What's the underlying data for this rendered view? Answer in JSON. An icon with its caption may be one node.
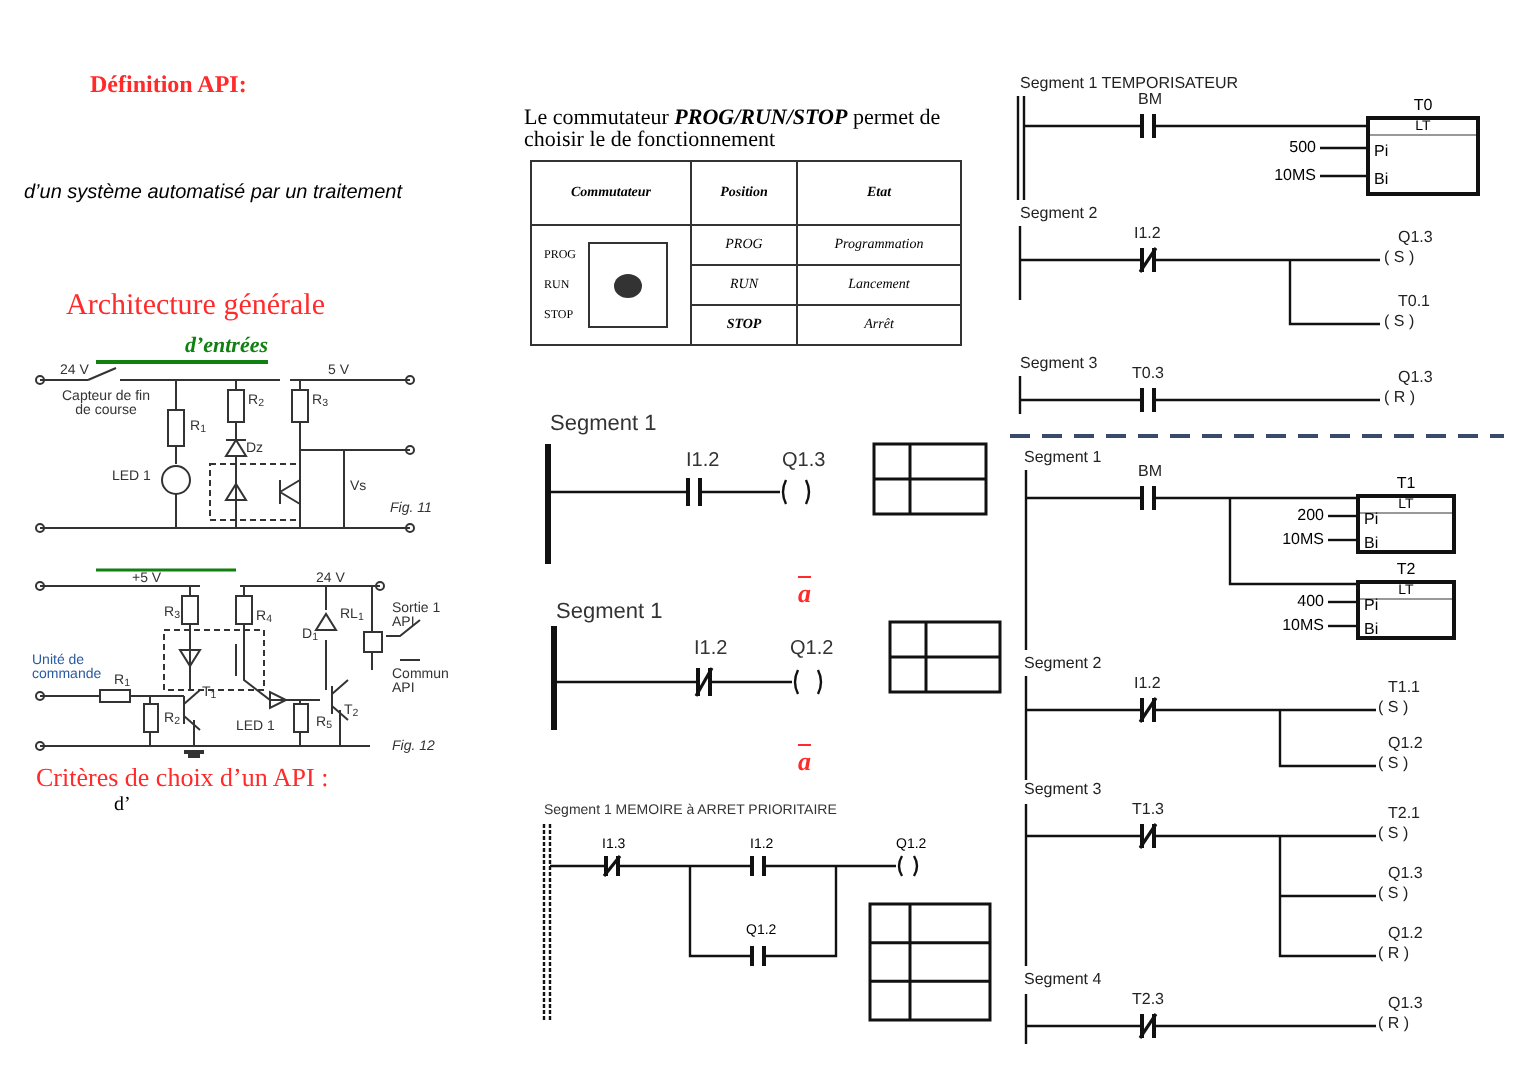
{
  "diagram": {
    "nodes": [
      {
        "text": [
          "T0",
          "LT",
          "Pi",
          "Bi"
        ]
      },
      {
        "text": [
          "500"
        ]
      },
      {
        "text": [
          "10MS"
        ]
      },
      {
        "text": [
          "T1",
          "LT",
          "Pi",
          "Bi"
        ]
      },
      {
        "text": [
          "200"
        ]
      },
      {
        "text": [
          "10MS"
        ]
      },
      {
        "text": [
          "T2",
          "LT",
          "Pi",
          "Bi"
        ]
      },
      {
        "text": [
          "400"
        ]
      },
      {
        "text": [
          "10MS"
        ]
      }
    ],
    "edges": [
      {
        "from": 1,
        "to": 0,
        "arrow": "none"
      },
      {
        "from": 2,
        "to": 0,
        "arrow": "none"
      },
      {
        "from": 4,
        "to": 3,
        "arrow": "none"
      },
      {
        "from": 5,
        "to": 3,
        "arrow": "none"
      },
      {
        "from": 7,
        "to": 6,
        "arrow": "none"
      },
      {
        "from": 8,
        "to": 6,
        "arrow": "none"
      },
      {
        "from": null,
        "to": 3,
        "arrow": "none"
      },
      {
        "from": null,
        "to": 6,
        "arrow": "none"
      }
    ],
    "labels": [
      "Définition API:",
      "d’un système automatisé par un traitement",
      "Architecture générale",
      "d’entrées",
      "24 V",
      "Capteur de fin de course",
      "R$_{1}$",
      "R$_{2}$",
      "R$_{3}$",
      "Dz",
      "LED 1",
      "5 V",
      "Vs",
      "Fig. 11",
      "+5 V",
      "24 V",
      "R$_{3}$",
      "R$_{4}$",
      "D$_{1}$",
      "RL$_{1}$",
      "Sortie 1 API",
      "Unité de commande",
      "R$_{1}$",
      "R$_{2}$",
      "T$_{1}$",
      "LED 1",
      "R$_{5}$",
      "T$_{2}$",
      "Commun API",
      "Fig. 12",
      "Critères de choix d’un API :",
      "d’",
      "Le commutateur **PROG/RUN/STOP** permet de choisir le de fonctionnement",
      "Commutateur",
      "Position",
      "Etat",
      "PROG",
      "RUN",
      "STOP",
      "PROG",
      "Programmation",
      "RUN",
      "Lancement",
      "STOP",
      "Arrêt",
      "Segment 1",
      "I1.2",
      "Q1.3",
      "a",
      "Segment 1",
      "I1.2",
      "Q1.2",
      "a",
      "Segment 1 MEMOIRE à ARRET PRIORITAIRE",
      "I1.3",
      "I1.2",
      "Q1.2",
      "Q1.2",
      "Segment 1 TEMPORISATEUR",
      "BM",
      "Segment 2",
      "I1.2",
      "Q1.3",
      "( S )",
      "T0.1",
      "( S )",
      "Segment 3",
      "T0.3",
      "Q1.3",
      "( R )",
      "Segment 1",
      "BM",
      "Segment 2",
      "I1.2",
      "T1.1",
      "( S )",
      "Q1.2",
      "( S )",
      "Segment 3",
      "T1.3",
      "T2.1",
      "( S )",
      "Q1.3",
      "( S )",
      "Q1.2",
      "( R )",
      "Segment 4",
      "T2.3",
      "Q1.3",
      "( R )"
    ]
  }
}
